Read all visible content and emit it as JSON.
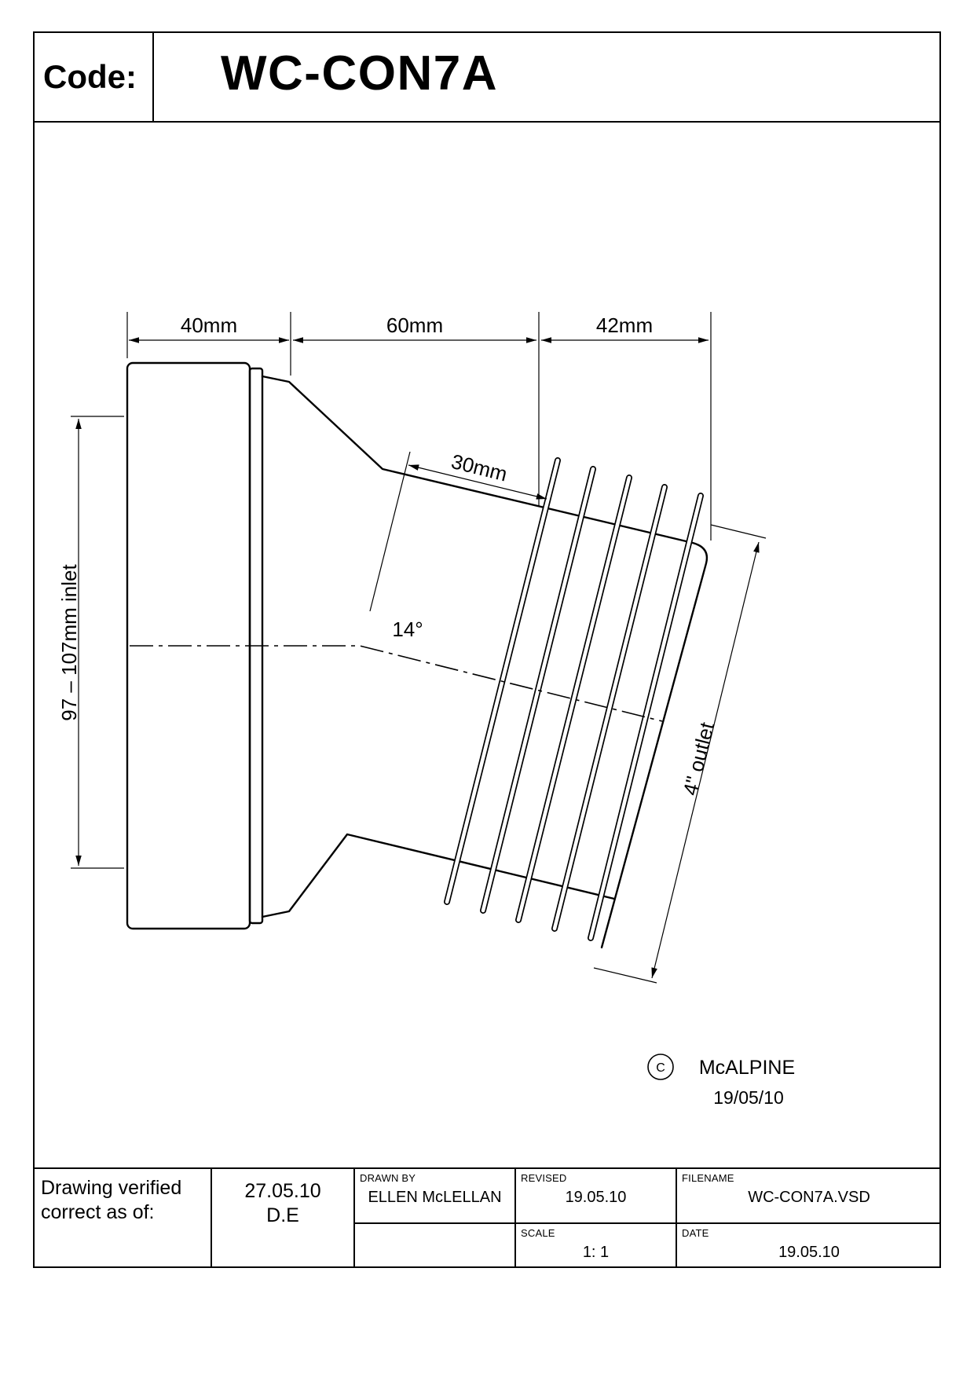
{
  "header": {
    "code_label": "Code:",
    "code_value": "WC-CON7A"
  },
  "drawing": {
    "dim_40": "40mm",
    "dim_60": "60mm",
    "dim_42": "42mm",
    "dim_30": "30mm",
    "angle": "14°",
    "inlet_label": "97 – 107mm inlet",
    "outlet_label": "4\" outlet",
    "copyright_symbol": "C",
    "brand": "McALPINE",
    "brand_date": "19/05/10"
  },
  "title_block": {
    "verified_line1": "Drawing verified",
    "verified_line2": "correct as of:",
    "verified_date": "27.05.10",
    "verified_initials": "D.E",
    "drawn_by_label": "DRAWN BY",
    "drawn_by_value": "ELLEN McLELLAN",
    "revised_label": "REVISED",
    "revised_value": "19.05.10",
    "filename_label": "FILENAME",
    "filename_value": "WC-CON7A.VSD",
    "scale_label": "SCALE",
    "scale_value": "1: 1",
    "date_label": "DATE",
    "date_value": "19.05.10"
  }
}
